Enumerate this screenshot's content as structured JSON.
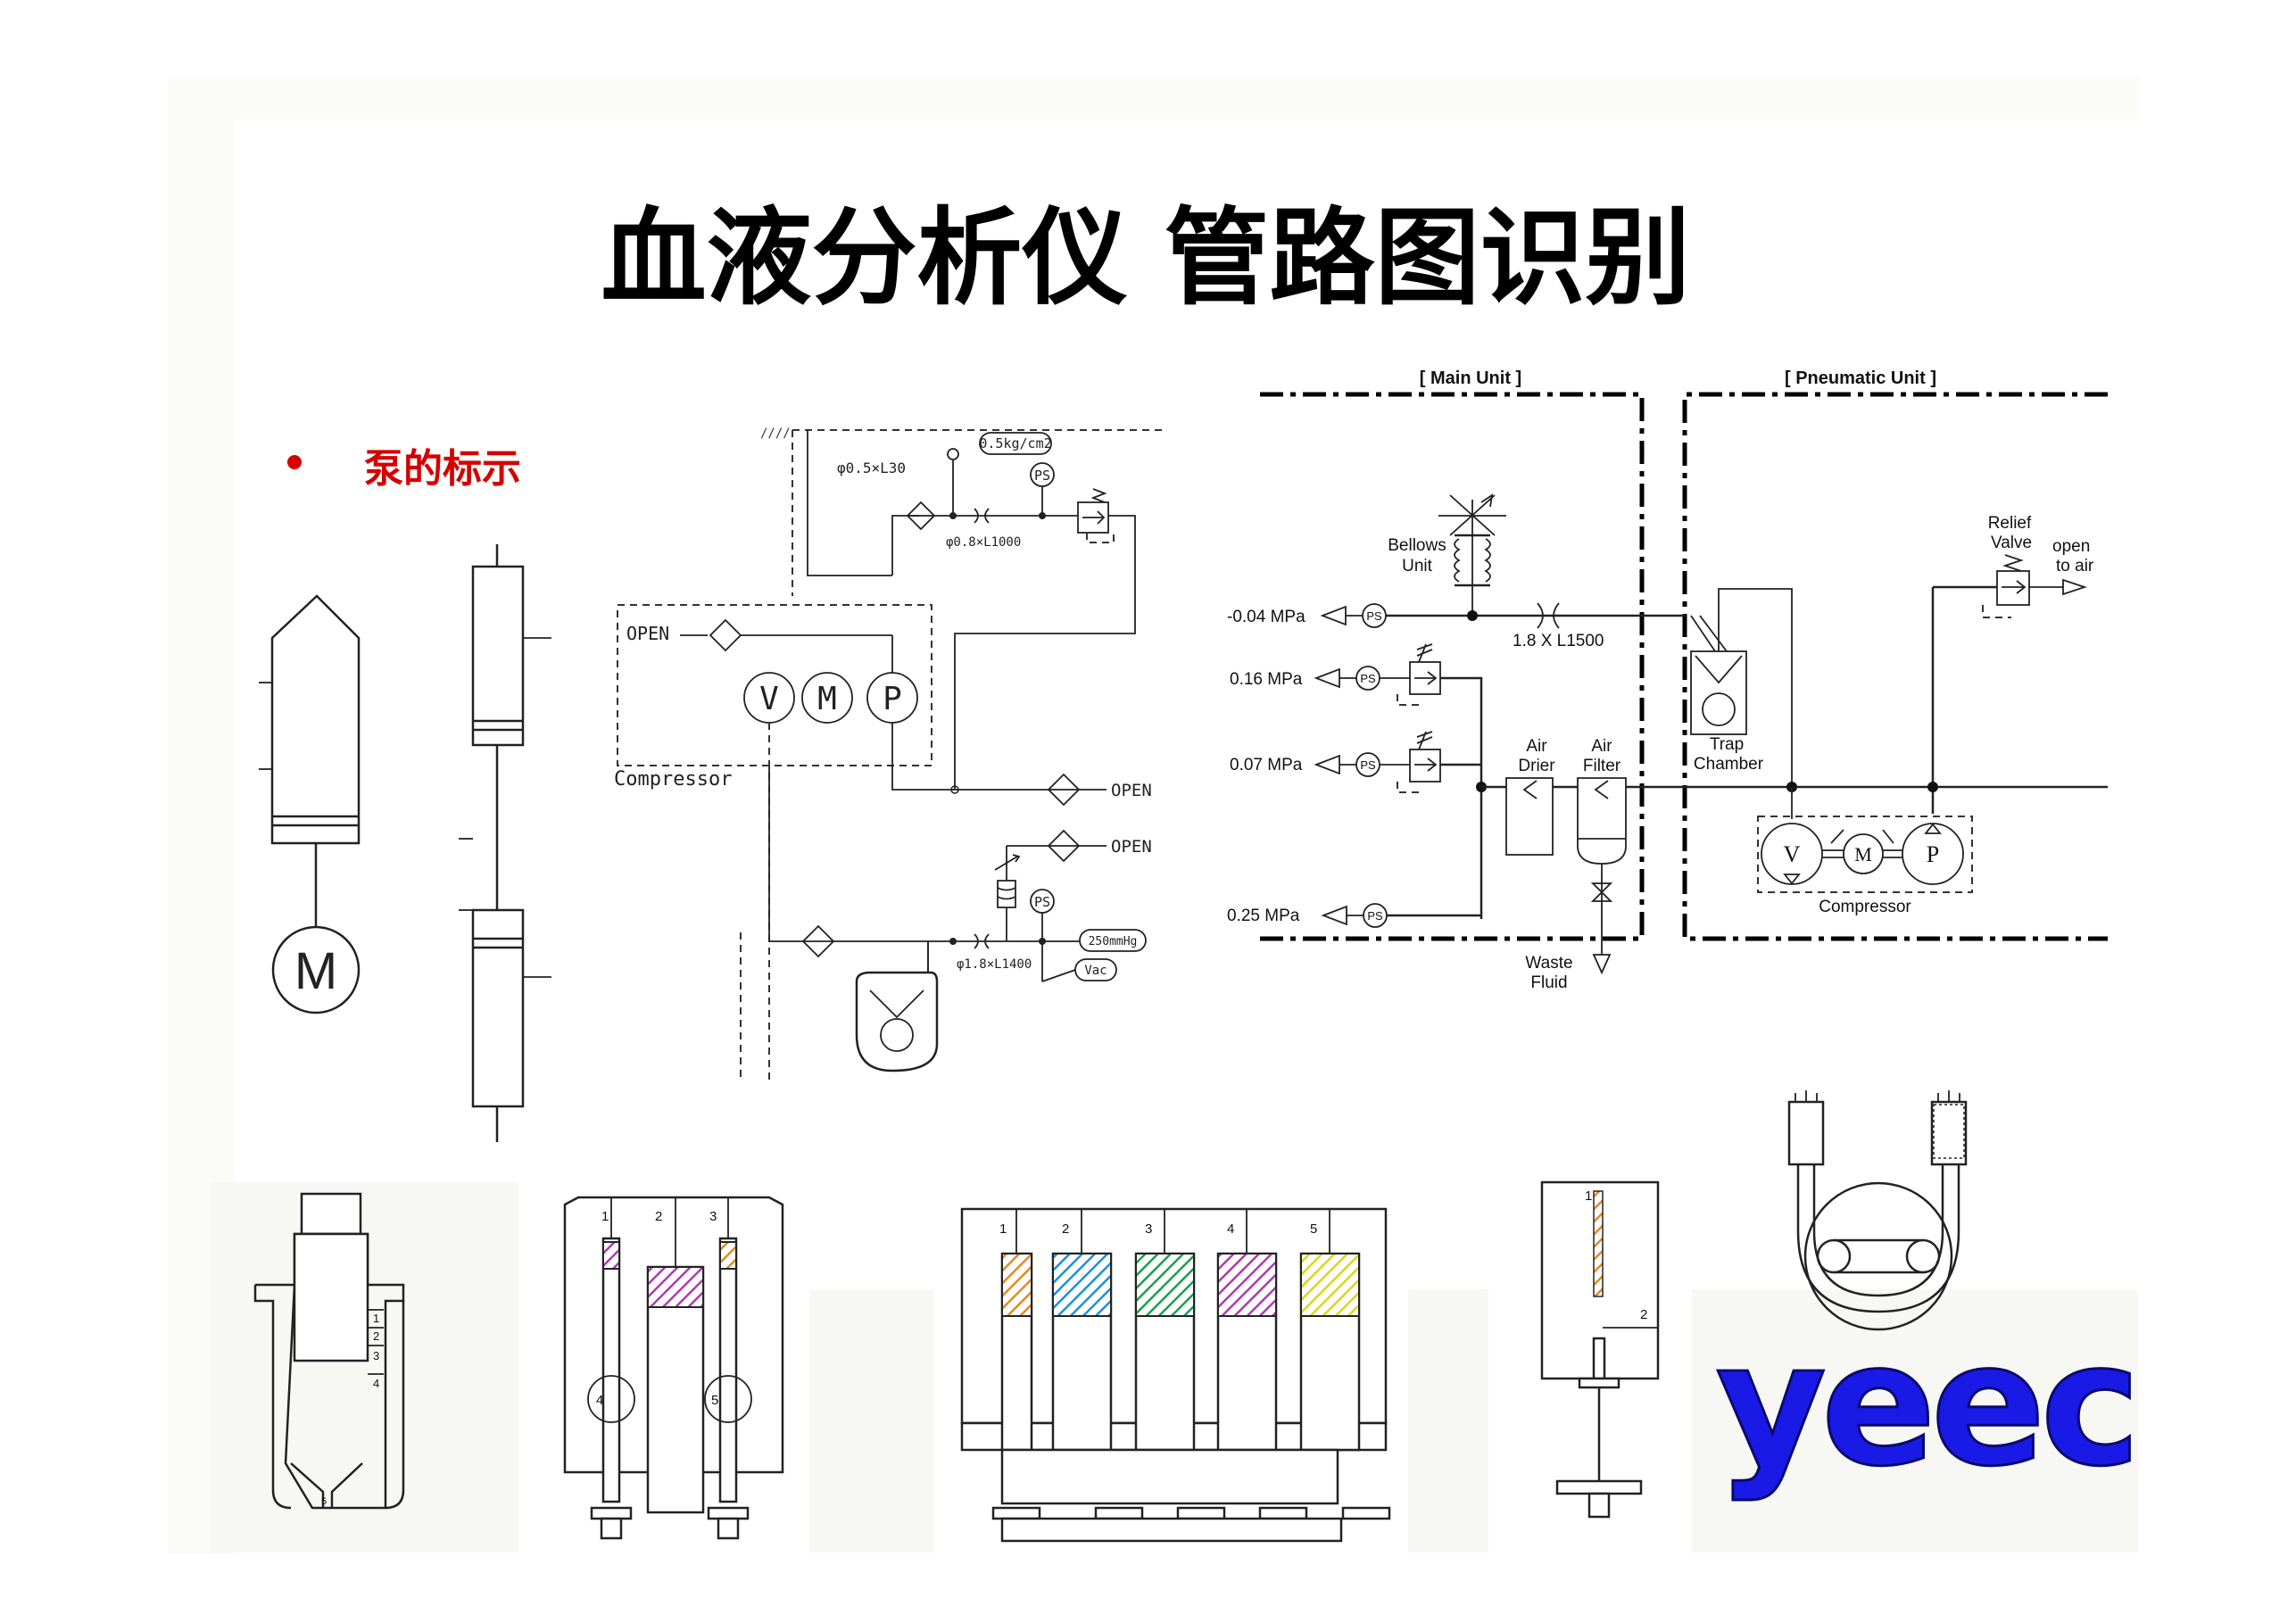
{
  "slide": {
    "title": "血液分析仪 管路图识别",
    "bullet": "泵的标示",
    "accent_color": "#d40000",
    "logo_text": "yeec",
    "logo_color": "#1a1ae6"
  },
  "diagram_left": {
    "motor_label": "M",
    "open_label_1": "OPEN",
    "compressor_label": "Compressor",
    "pump_v": "V",
    "pump_m": "M",
    "pump_p": "P",
    "tube_1": "φ0.5×L30",
    "tube_2": "φ0.8×L1000",
    "tube_3": "φ1.8×L1400",
    "pressure_tag": "0.5kg/cm2",
    "ps_1": "PS",
    "ps_2": "PS",
    "open_label_2": "OPEN",
    "open_label_3": "OPEN",
    "vacuum_tag": "250mmHg",
    "vac_tag": "Vac",
    "hatch_mark": "////"
  },
  "diagram_right": {
    "main_unit": "[ Main Unit ]",
    "pneumatic_unit": "[ Pneumatic Unit ]",
    "bellows_label_1": "Bellows",
    "bellows_label_2": "Unit",
    "p1": "-0.04 MPa",
    "p2": "0.16 MPa",
    "p3": "0.07 MPa",
    "p4": "0.25 MPa",
    "ps": "PS",
    "tube": "1.8 X L1500",
    "air_drier_1": "Air",
    "air_drier_2": "Drier",
    "air_filter_1": "Air",
    "air_filter_2": "Filter",
    "trap_1": "Trap",
    "trap_2": "Chamber",
    "relief_1": "Relief",
    "relief_2": "Valve",
    "open_air_1": "open",
    "open_air_2": "to air",
    "compressor": "Compressor",
    "waste_1": "Waste",
    "waste_2": "Fluid",
    "v": "V",
    "m": "M",
    "p": "P"
  },
  "syringes": {
    "single_labels": [
      "1",
      "2",
      "3",
      "4",
      "5"
    ],
    "double_labels": [
      "1",
      "2",
      "3",
      "4",
      "5"
    ],
    "five_labels": [
      "1",
      "2",
      "3",
      "4",
      "5"
    ],
    "narrow_labels": [
      "1",
      "2"
    ],
    "colors": [
      "#e8881a",
      "#1f8fd8",
      "#19a04a",
      "#b03ab0",
      "#d8d81a"
    ]
  }
}
